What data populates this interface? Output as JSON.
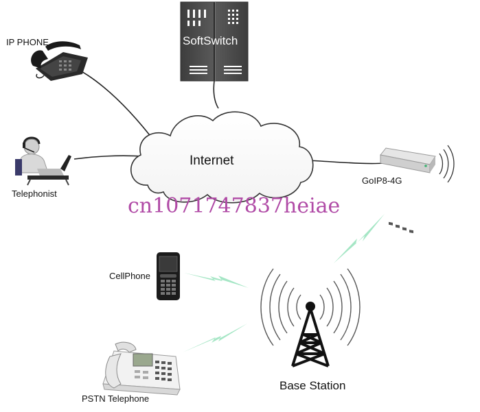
{
  "labels": {
    "ip_phone": "IP PHONE",
    "telephonist": "Telephonist",
    "softswitch": "SoftSwitch",
    "internet": "Internet",
    "goip": "GoIP8-4G",
    "cellphone": "CellPhone",
    "pstn_telephone": "PSTN Telephone",
    "base_station": "Base Station"
  },
  "watermark": "cn1071747837heiae",
  "colors": {
    "line": "#222222",
    "server": "#4a4a4a",
    "wireless": "#9be3bf",
    "watermark": "#b04aa6"
  },
  "icons": [
    "ip-phone-icon",
    "telephonist-icon",
    "softswitch-server-icon",
    "cloud-icon",
    "goip-gateway-icon",
    "cellphone-icon",
    "pstn-telephone-icon",
    "base-station-tower-icon",
    "wireless-signal-icon"
  ]
}
